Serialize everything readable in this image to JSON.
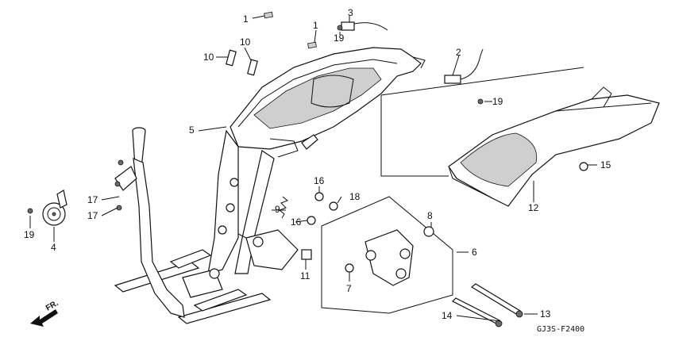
{
  "diagram_code": "GJ3S-F2400",
  "front_marker": "FR.",
  "callouts": {
    "c1a": "1",
    "c1b": "1",
    "c2": "2",
    "c3": "3",
    "c4": "4",
    "c5": "5",
    "c6": "6",
    "c7": "7",
    "c8": "8",
    "c9": "9",
    "c10a": "10",
    "c10b": "10",
    "c11": "11",
    "c12": "12",
    "c13": "13",
    "c14": "14",
    "c15": "15",
    "c16a": "16",
    "c16b": "16",
    "c17a": "17",
    "c17b": "17",
    "c18": "18",
    "c19a": "19",
    "c19b": "19",
    "c19c": "19"
  }
}
